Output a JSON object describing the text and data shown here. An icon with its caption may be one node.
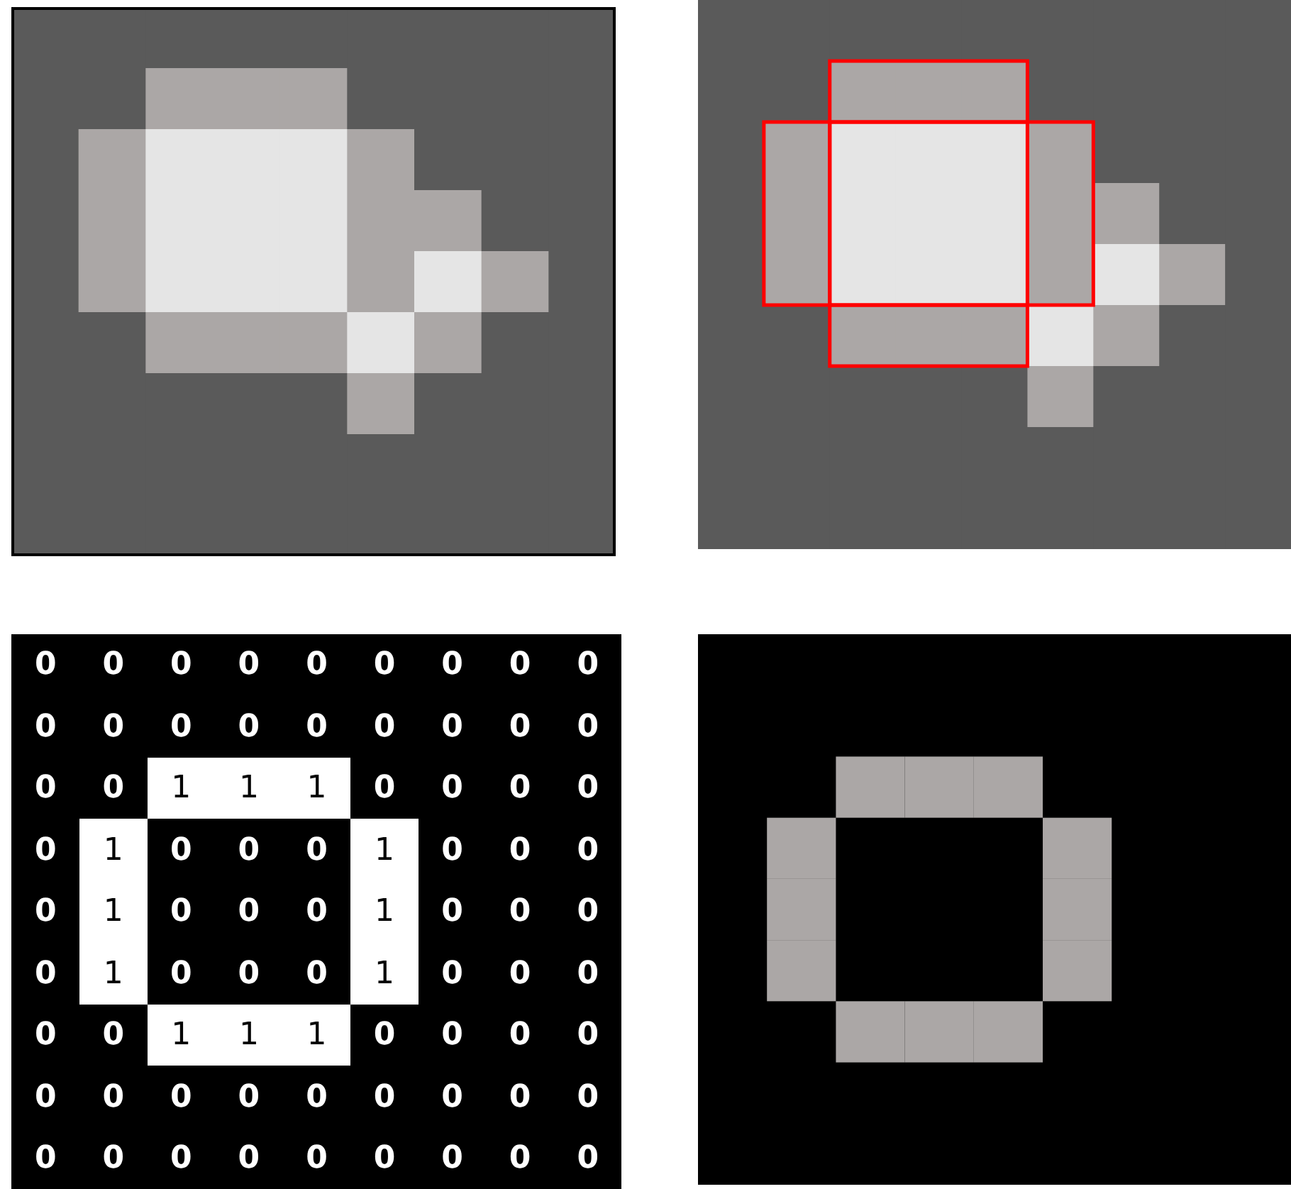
{
  "diagram": {
    "labels": [
      "0",
      "0",
      "0",
      "0",
      "0",
      "0",
      "0",
      "0",
      "0",
      "0",
      "0",
      "0",
      "0",
      "0",
      "0",
      "0",
      "0",
      "0",
      "0",
      "0",
      "1",
      "1",
      "1",
      "0",
      "0",
      "0",
      "0",
      "0",
      "1",
      "0",
      "0",
      "0",
      "1",
      "0",
      "0",
      "0",
      "0",
      "1",
      "0",
      "0",
      "0",
      "1",
      "0",
      "0",
      "0",
      "0",
      "1",
      "0",
      "0",
      "0",
      "1",
      "0",
      "0",
      "0",
      "0",
      "0",
      "1",
      "1",
      "1",
      "0",
      "0",
      "0",
      "0",
      "0",
      "0",
      "0",
      "0",
      "0",
      "0",
      "0",
      "0",
      "0",
      "0",
      "0",
      "0",
      "0",
      "0",
      "0",
      "0",
      "0",
      "0"
    ]
  }
}
